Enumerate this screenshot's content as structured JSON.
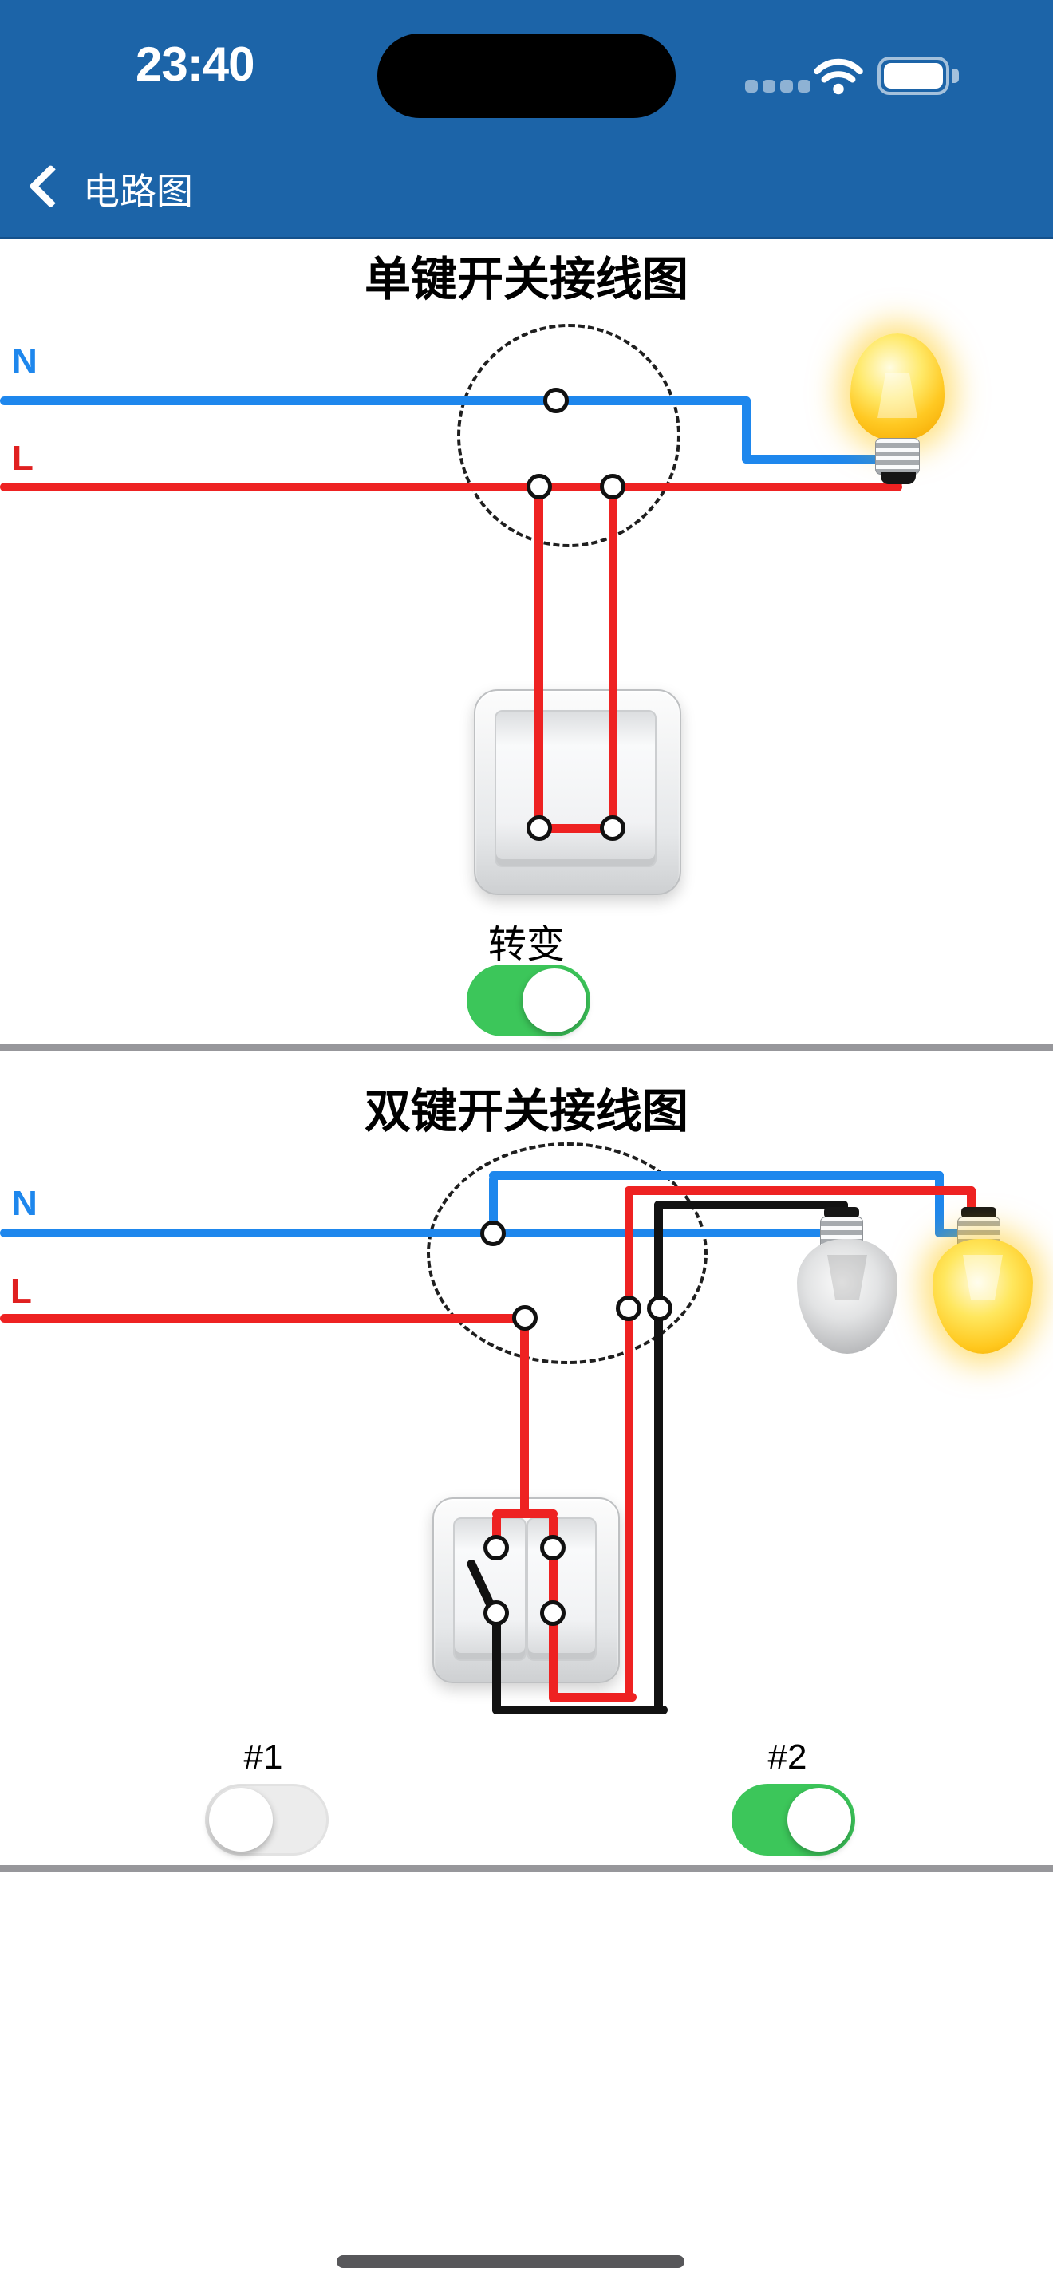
{
  "status_bar": {
    "time": "23:40",
    "icons": [
      "cellular-signal-icon",
      "wifi-icon",
      "battery-icon"
    ],
    "battery_level_visual": "full"
  },
  "nav": {
    "title": "电路图",
    "back_icon": "chevron-left"
  },
  "section1": {
    "title": "单键开关接线图",
    "n_label": "N",
    "l_label": "L",
    "bulb_state": "on",
    "switch_state": "closed",
    "toggle": {
      "label": "转变",
      "state": "on"
    }
  },
  "section2": {
    "title": "双键开关接线图",
    "n_label": "N",
    "l_label": "L",
    "bulb_left_state": "off",
    "bulb_right_state": "on",
    "toggle1": {
      "label": "#1",
      "state": "off"
    },
    "toggle2": {
      "label": "#2",
      "state": "on"
    }
  },
  "colors": {
    "header_blue": "#1c64a8",
    "wire_blue_neutral": "#1e87ed",
    "wire_red_live": "#ee2222",
    "wire_black": "#121212",
    "toggle_on_green": "#3cc65a",
    "toggle_off_gray": "#ececec",
    "bulb_on_yellow": "#ffc824",
    "bulb_off_gray": "#bcbdbf",
    "divider_gray": "#97979b"
  }
}
